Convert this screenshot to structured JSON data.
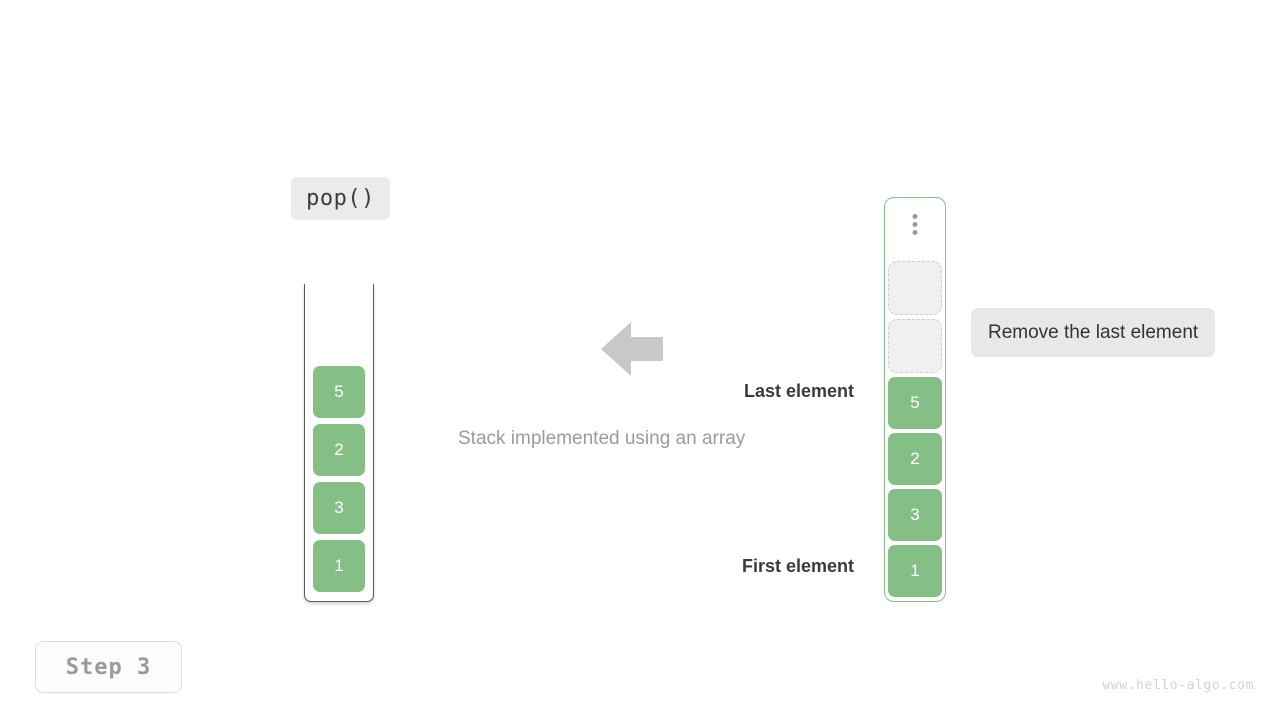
{
  "background_color": "#ffffff",
  "operation": {
    "label": "pop()",
    "background_color": "#ebebeb",
    "text_color": "#3c3c3c"
  },
  "left_stack": {
    "name": "array-backed-stack-visual",
    "container_style": "open-top",
    "cells": [
      {
        "value": "5",
        "state": "filled"
      },
      {
        "value": "2",
        "state": "filled"
      },
      {
        "value": "3",
        "state": "filled"
      },
      {
        "value": "1",
        "state": "filled"
      }
    ]
  },
  "right_stack": {
    "name": "array-capacity-visual",
    "container_style": "closed-rounded",
    "ellipsis_icon": "vertical-ellipsis-icon",
    "cells": [
      {
        "value": "",
        "state": "empty"
      },
      {
        "value": "",
        "state": "empty"
      },
      {
        "value": "5",
        "state": "filled"
      },
      {
        "value": "2",
        "state": "filled"
      },
      {
        "value": "3",
        "state": "filled"
      },
      {
        "value": "1",
        "state": "filled"
      }
    ]
  },
  "arrow": {
    "icon": "arrow-left-icon",
    "color": "#c8c8c8",
    "direction": "left"
  },
  "captions": {
    "center": "Stack implemented using an array",
    "last_element": "Last element",
    "first_element": "First element"
  },
  "tooltip": {
    "text": "Remove the last element",
    "background_color": "#e8e8e8",
    "text_color": "#333333"
  },
  "step_badge": {
    "text": "Step 3",
    "text_color": "#9a9a9a"
  },
  "watermark": {
    "text": "www.hello-algo.com",
    "color": "#d2d2d2"
  },
  "colors": {
    "element_green": "#86bf85",
    "empty_slot_fill": "#f0f0f0",
    "empty_slot_border": "#cfcfcf",
    "container_border_green": "#87bf86",
    "container_border_gray": "#5a5a5a"
  }
}
